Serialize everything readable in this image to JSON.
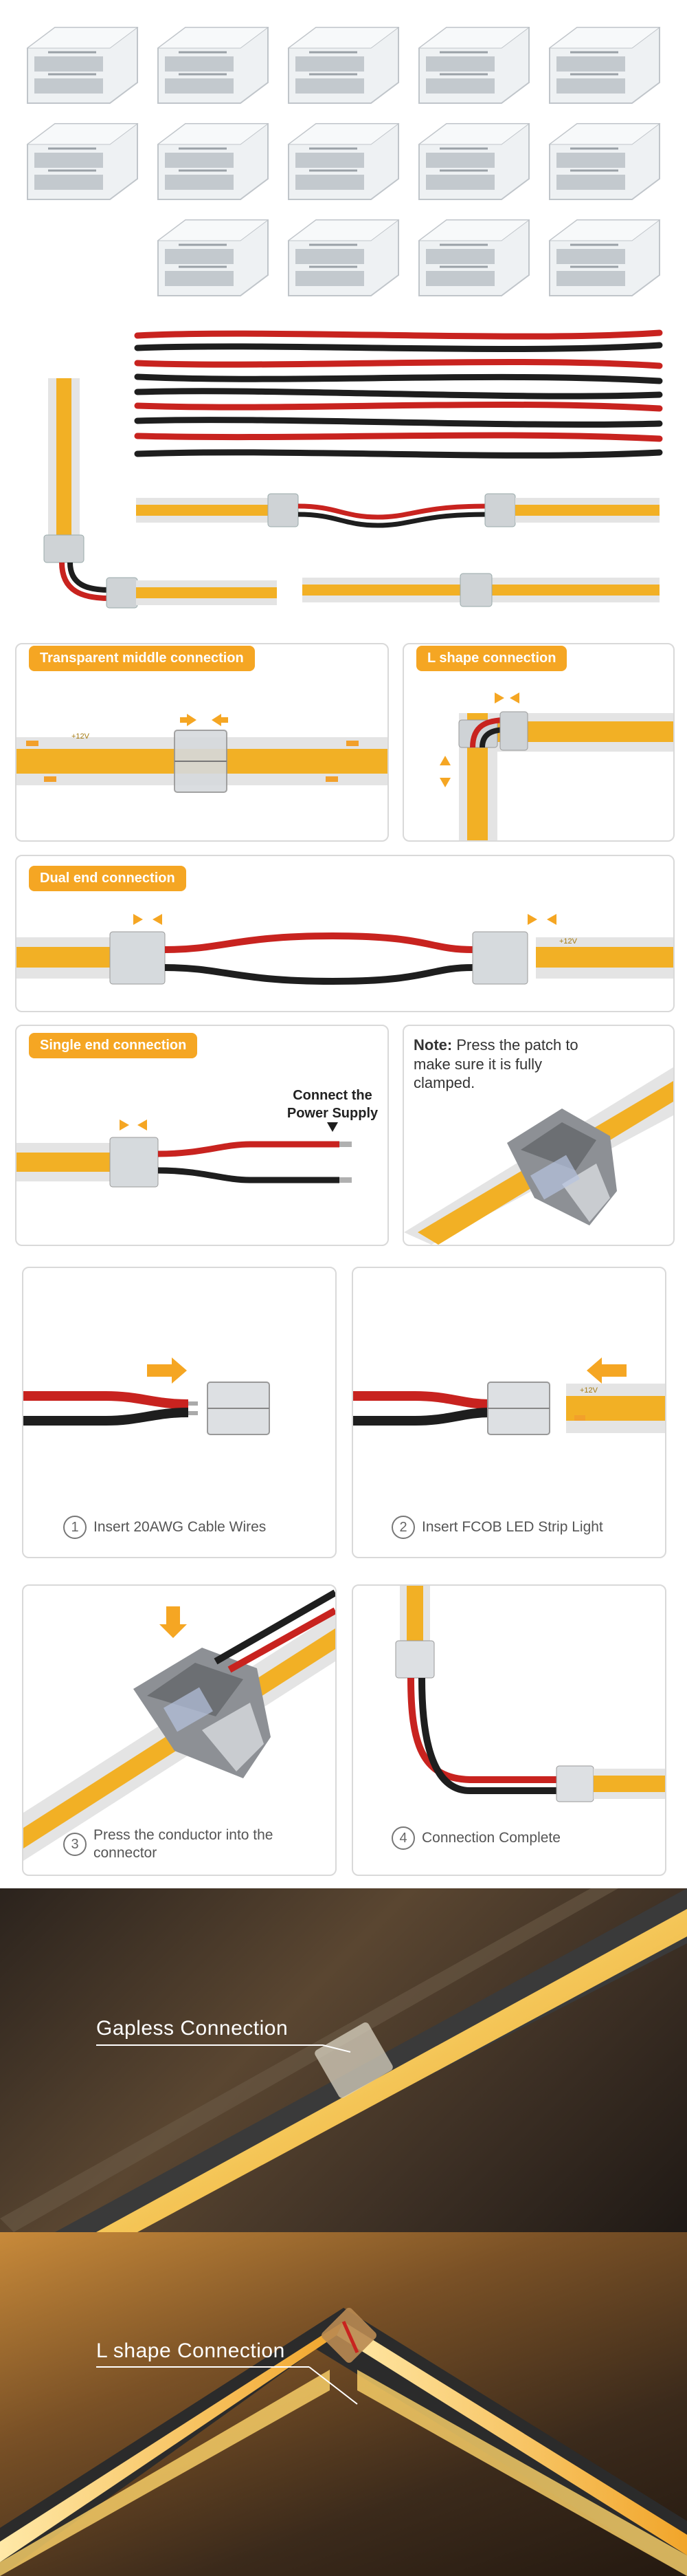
{
  "colors": {
    "accent": "#f5a623",
    "cob": "#f2b025",
    "wire_red": "#c8231f",
    "wire_black": "#1e1e1e",
    "border": "#d9d9d9"
  },
  "panels": {
    "transparent_middle": {
      "tag": "Transparent middle connection",
      "strip_label": "+12V"
    },
    "l_shape": {
      "tag": "L shape connection"
    },
    "dual_end": {
      "tag": "Dual end connection",
      "strip_label": "+12V"
    },
    "single_end": {
      "tag": "Single end connection",
      "callout": "Connect the Power Supply"
    },
    "note": {
      "label": "Note:",
      "text": "Press the patch to make sure it is fully clamped."
    }
  },
  "steps": [
    {
      "number": "1",
      "text": "Insert 20AWG Cable Wires"
    },
    {
      "number": "2",
      "text": "Insert FCOB LED Strip Light",
      "strip_label": "+12V"
    },
    {
      "number": "3",
      "text": "Press the conductor into the connector"
    },
    {
      "number": "4",
      "text": "Connection Complete"
    }
  ],
  "photos": [
    {
      "label": "Gapless Connection"
    },
    {
      "label": "L shape Connection"
    }
  ]
}
